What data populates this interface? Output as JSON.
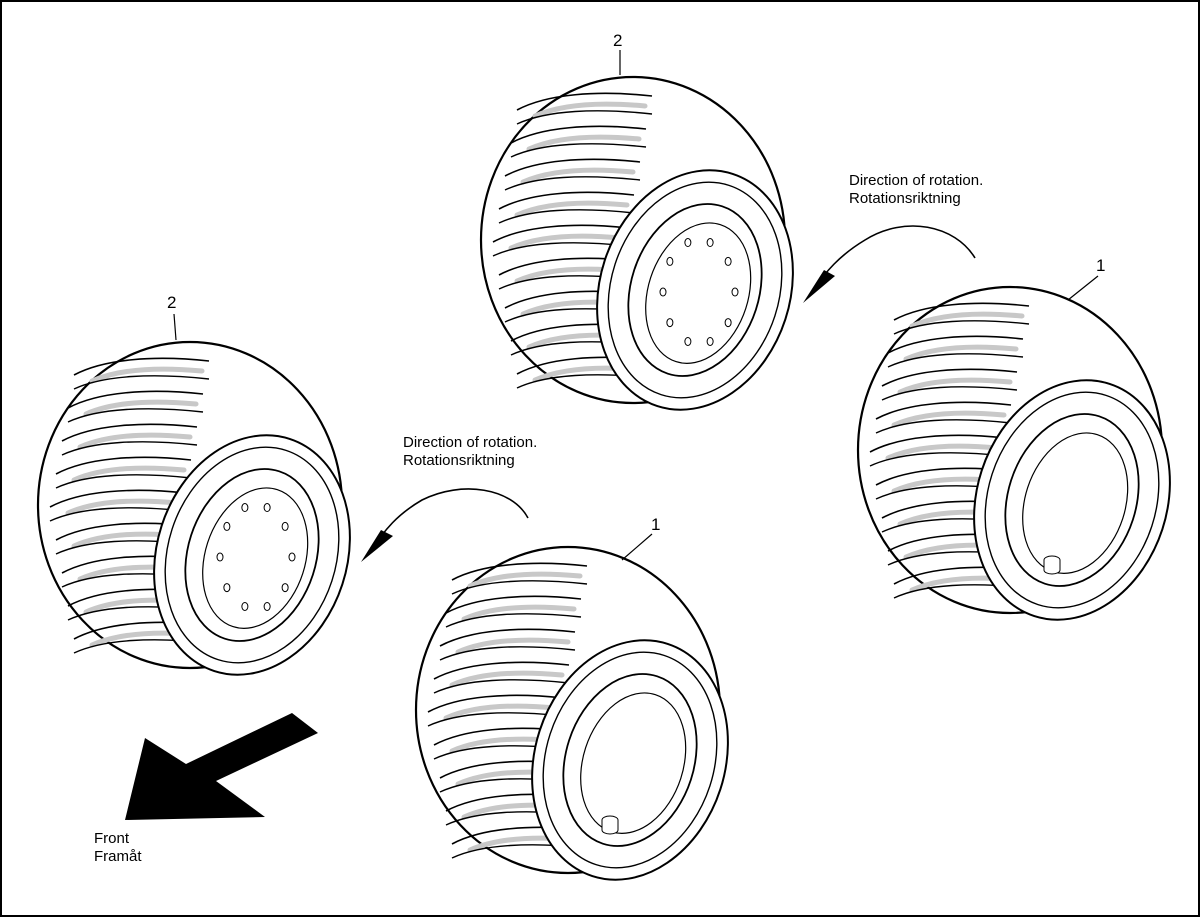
{
  "callouts": {
    "tire_1": "1",
    "tire_2": "2"
  },
  "rotation_label": {
    "line1": "Direction of rotation.",
    "line2": "Rotationsriktning"
  },
  "front_label": {
    "line1": "Front",
    "line2": "Framåt"
  },
  "colors": {
    "ink": "#000000",
    "tread_shade": "#c8c8c8",
    "background": "#ffffff"
  }
}
